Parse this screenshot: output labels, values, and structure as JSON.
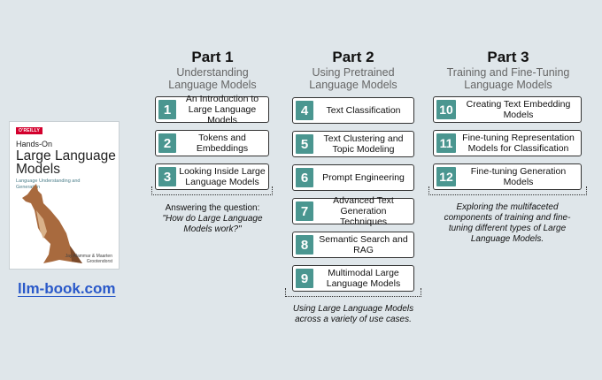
{
  "book": {
    "publisher": "O'REILLY",
    "title_line1": "Hands-On",
    "title_line2": "Large Language",
    "title_line3": "Models",
    "subtitle": "Language Understanding and Generation",
    "authors": "Jay Alammar & Maarten Grootendorst",
    "link": "llm-book.com"
  },
  "parts": [
    {
      "title": "Part 1",
      "subtitle_line1": "Understanding",
      "subtitle_line2": "Language Models",
      "chapters": [
        {
          "num": "1",
          "label": "An Introduction to Large Language Models"
        },
        {
          "num": "2",
          "label": "Tokens and Embeddings"
        },
        {
          "num": "3",
          "label": "Looking Inside Large Language Models"
        }
      ],
      "note_line1": "Answering the question:",
      "note_line2": "\"How do Large Language",
      "note_line3": "Models work?\""
    },
    {
      "title": "Part 2",
      "subtitle_line1": "Using Pretrained",
      "subtitle_line2": "Language Models",
      "chapters": [
        {
          "num": "4",
          "label": "Text Classification"
        },
        {
          "num": "5",
          "label": "Text Clustering and Topic Modeling"
        },
        {
          "num": "6",
          "label": "Prompt Engineering"
        },
        {
          "num": "7",
          "label": "Advanced Text Generation Techniques"
        },
        {
          "num": "8",
          "label": "Semantic Search and RAG"
        },
        {
          "num": "9",
          "label": "Multimodal Large Language Models"
        }
      ],
      "note_line1": "Using Large Language Models",
      "note_line2": "across a variety of use cases."
    },
    {
      "title": "Part 3",
      "subtitle_line1": "Training and Fine-Tuning",
      "subtitle_line2": "Language Models",
      "chapters": [
        {
          "num": "10",
          "label": "Creating Text Embedding Models"
        },
        {
          "num": "11",
          "label": "Fine-tuning Representation Models for Classification"
        },
        {
          "num": "12",
          "label": "Fine-tuning Generation Models"
        }
      ],
      "note_line1": "Exploring the multifaceted",
      "note_line2": "components of training and fine-",
      "note_line3": "tuning different types of Large",
      "note_line4": "Language Models."
    }
  ],
  "colors": {
    "background": "#dfe6ea",
    "chapter_number": "#4a9690",
    "link": "#2a59c9"
  }
}
